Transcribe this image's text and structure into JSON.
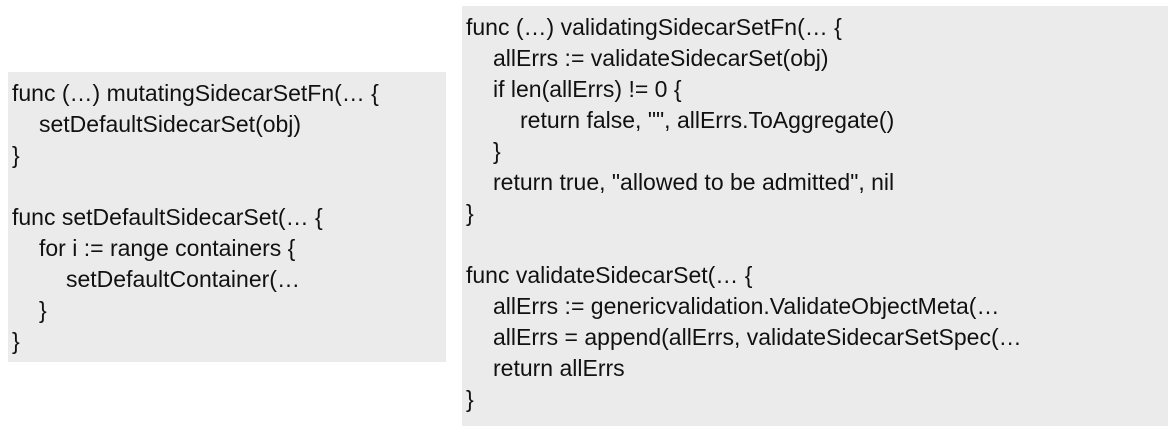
{
  "left_panel": {
    "lines": [
      "func (…) mutatingSidecarSetFn(… {",
      "setDefaultSidecarSet(obj)",
      "}",
      "func setDefaultSidecarSet(… {",
      "for i := range containers {",
      "setDefaultContainer(…",
      "}",
      "}"
    ]
  },
  "right_panel": {
    "lines": [
      "func (…) validatingSidecarSetFn(… {",
      "allErrs := validateSidecarSet(obj)",
      "if len(allErrs) != 0 {",
      "return false, \"\", allErrs.ToAggregate()",
      "}",
      "return true, \"allowed to be admitted\", nil",
      "}",
      "func validateSidecarSet(… {",
      "allErrs := genericvalidation.ValidateObjectMeta(…",
      "allErrs = append(allErrs, validateSidecarSetSpec(…",
      "return allErrs",
      "}"
    ]
  }
}
